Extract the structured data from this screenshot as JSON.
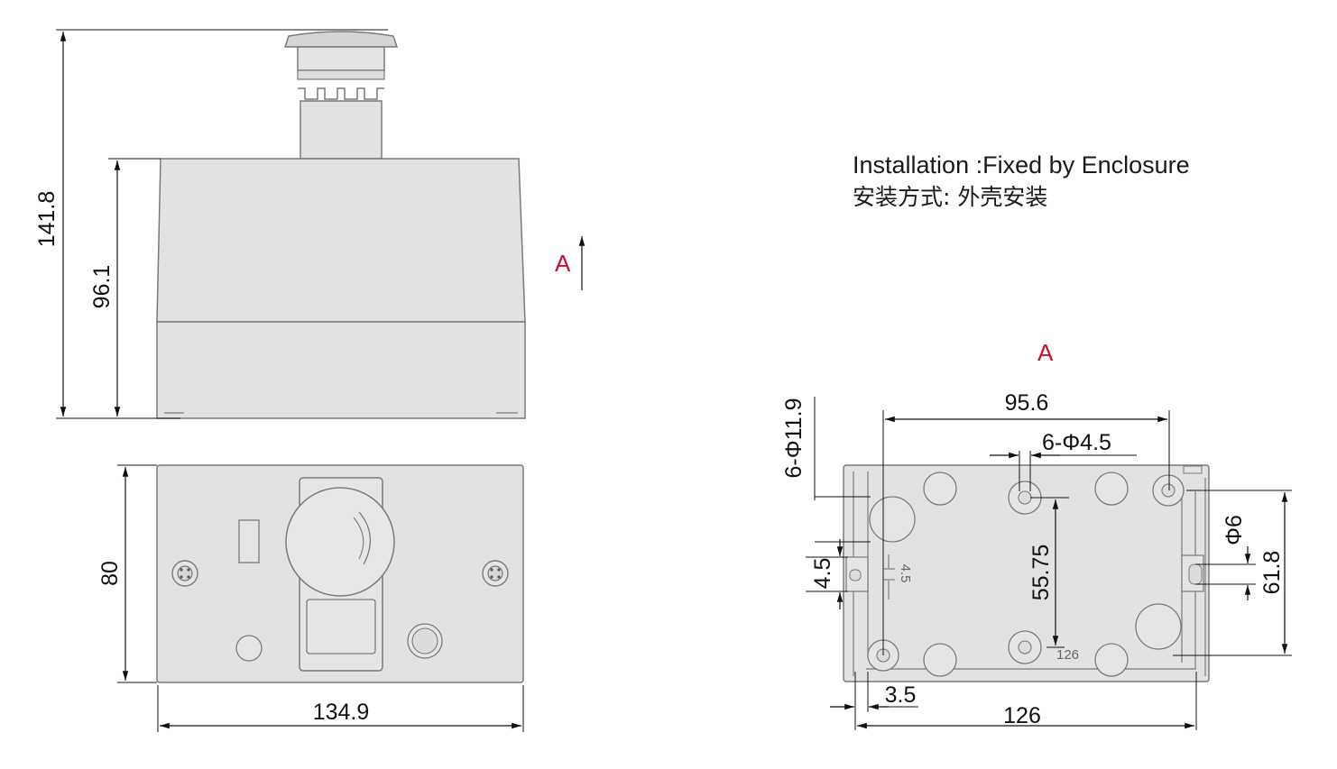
{
  "notes": {
    "installation_en": "Installation :Fixed by Enclosure",
    "installation_cn": "安装方式: 外壳安装"
  },
  "view_marker": {
    "arrow_label": "A",
    "view_label": "A"
  },
  "front_view": {
    "total_height": "141.8",
    "body_height": "96.1"
  },
  "top_view": {
    "height": "80",
    "width": "134.9"
  },
  "bottom_view": {
    "hole_spacing_top": "95.6",
    "small_holes": "6-Φ4.5",
    "large_holes": "6-Φ11.9",
    "vertical_spacing": "55.75",
    "slot_width": "4.5",
    "slot_width_small": "4.5",
    "slot_dia": "Φ6",
    "side_spacing": "61.8",
    "edge_offset": "3.5",
    "overall_width": "126",
    "inner_mark": "126"
  },
  "colors": {
    "body_fill": "#e1e2e3",
    "outline": "#7a7a7a",
    "accent": "#c8102e"
  }
}
